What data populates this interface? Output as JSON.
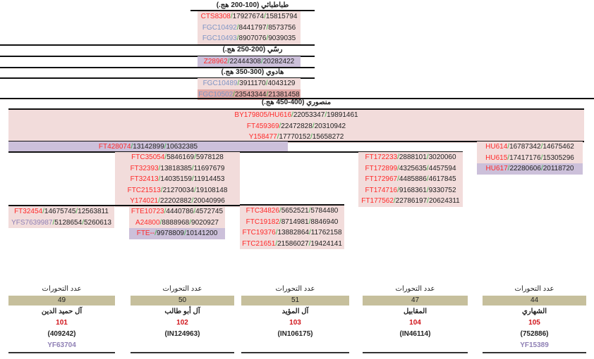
{
  "sections": {
    "tabatabai": {
      "title": "طباطبائي (100-200 هج.)",
      "records": [
        {
          "code": "CTS8308",
          "a": "17927674",
          "b": "15815794",
          "color": "red"
        },
        {
          "code": "FGC10492",
          "a": "8441797",
          "b": "8573756",
          "color": "blue"
        },
        {
          "code": "FGC10493",
          "a": "8907076",
          "b": "9039035",
          "color": "blue"
        }
      ]
    },
    "rassi": {
      "title": "رسّي (200-250 هج.)",
      "records": [
        {
          "code": "Z28962",
          "a": "22444308",
          "b": "20282422",
          "color": "red"
        }
      ]
    },
    "hadawi": {
      "title": "هادوي (300-350 هج.)",
      "records": [
        {
          "code": "FGC10489",
          "a": "3911170",
          "b": "4043129",
          "color": "blue"
        },
        {
          "code": "FGC10502",
          "a": "23543344",
          "b": "21381458",
          "color": "blue"
        }
      ]
    },
    "mansouri": {
      "title": "منصوري (400-450 هج.)",
      "records": [
        {
          "code": "BY179805/HU616",
          "a": "22053347",
          "b": "19891461",
          "color": "red"
        },
        {
          "code": "FT459369",
          "a": "22472828",
          "b": "20310942",
          "color": "red"
        },
        {
          "code": "Y158477",
          "a": "17770152",
          "b": "15658272",
          "color": "red"
        }
      ]
    },
    "ft428074": {
      "records": [
        {
          "code": "FT428074",
          "a": "13142899",
          "b": "10632385",
          "color": "red"
        }
      ]
    },
    "hu614": {
      "records": [
        {
          "code": "HU614",
          "a": "16787342",
          "b": "14675462",
          "color": "red"
        },
        {
          "code": "HU615",
          "a": "17417176",
          "b": "15305296",
          "color": "red"
        },
        {
          "code": "HU617",
          "a": "22280606",
          "b": "20118720",
          "color": "red"
        }
      ]
    },
    "ftc35054": {
      "records": [
        {
          "code": "FTC35054",
          "a": "5846169",
          "b": "5978128",
          "color": "red"
        },
        {
          "code": "FT32393",
          "a": "13818385",
          "b": "11697679",
          "color": "red"
        },
        {
          "code": "FT32413",
          "a": "14035159",
          "b": "11914453",
          "color": "red"
        },
        {
          "code": "FTC21513",
          "a": "21270034",
          "b": "19108148",
          "color": "red"
        },
        {
          "code": "Y174021",
          "a": "22202882",
          "b": "20040996",
          "color": "red"
        }
      ]
    },
    "ft172233": {
      "records": [
        {
          "code": "FT172233",
          "a": "2888101",
          "b": "3020060",
          "color": "red"
        },
        {
          "code": "FT172899",
          "a": "4325635",
          "b": "4457594",
          "color": "red"
        },
        {
          "code": "FT172967",
          "a": "4485886",
          "b": "4617845",
          "color": "red"
        },
        {
          "code": "FT174716",
          "a": "9168361",
          "b": "9330752",
          "color": "red"
        },
        {
          "code": "FT177562",
          "a": "22786197",
          "b": "20624311",
          "color": "red"
        }
      ]
    },
    "ft32454": {
      "records": [
        {
          "code": "FT32454",
          "a": "14675745",
          "b": "12563811",
          "color": "red"
        },
        {
          "code": "YFS7639987",
          "a": "5128654",
          "b": "5260613",
          "color": "purple"
        }
      ]
    },
    "fte10723": {
      "records": [
        {
          "code": "FTE10723",
          "a": "4440786",
          "b": "4572745",
          "color": "red"
        },
        {
          "code": "A24800",
          "a": "8888968",
          "b": "9020927",
          "color": "red"
        },
        {
          "code": "FTE--",
          "a": "9978809",
          "b": "10141200",
          "color": "red"
        }
      ]
    },
    "ftc34826": {
      "records": [
        {
          "code": "FTC34826",
          "a": "5652521",
          "b": "5784480",
          "color": "red"
        },
        {
          "code": "FTC19182",
          "a": "8714981",
          "b": "8846940",
          "color": "red"
        },
        {
          "code": "FTC19376",
          "a": "13882864",
          "b": "11762158",
          "color": "red"
        },
        {
          "code": "FTC21651",
          "a": "21586027",
          "b": "19424141",
          "color": "red"
        }
      ]
    }
  },
  "families": [
    {
      "label": "عدد التحورات",
      "count": "49",
      "name": "آل حميد الدين",
      "id": "101",
      "haplo": "(409242)",
      "yf": "YF63704"
    },
    {
      "label": "عدد التحورات",
      "count": "50",
      "name": "آل أبو طالب",
      "id": "102",
      "haplo": "(IN124963)",
      "yf": ""
    },
    {
      "label": "عدد التحورات",
      "count": "51",
      "name": "آل المؤيد",
      "id": "103",
      "haplo": "(IN106175)",
      "yf": ""
    },
    {
      "label": "عدد التحورات",
      "count": "47",
      "name": "المقابيل",
      "id": "104",
      "haplo": "(IN46114)",
      "yf": ""
    },
    {
      "label": "عدد التحورات",
      "count": "44",
      "name": "الشهاري",
      "id": "105",
      "haplo": "(752886)",
      "yf": "YF15389"
    }
  ],
  "colors": {
    "red": "#ff2a2a",
    "blue": "#7f95c4",
    "purple": "#8f80b5",
    "slash": "#3cb34a",
    "pink": "#f2dcdb",
    "lavender": "#ccc0da",
    "tan": "#c6bf9c"
  }
}
